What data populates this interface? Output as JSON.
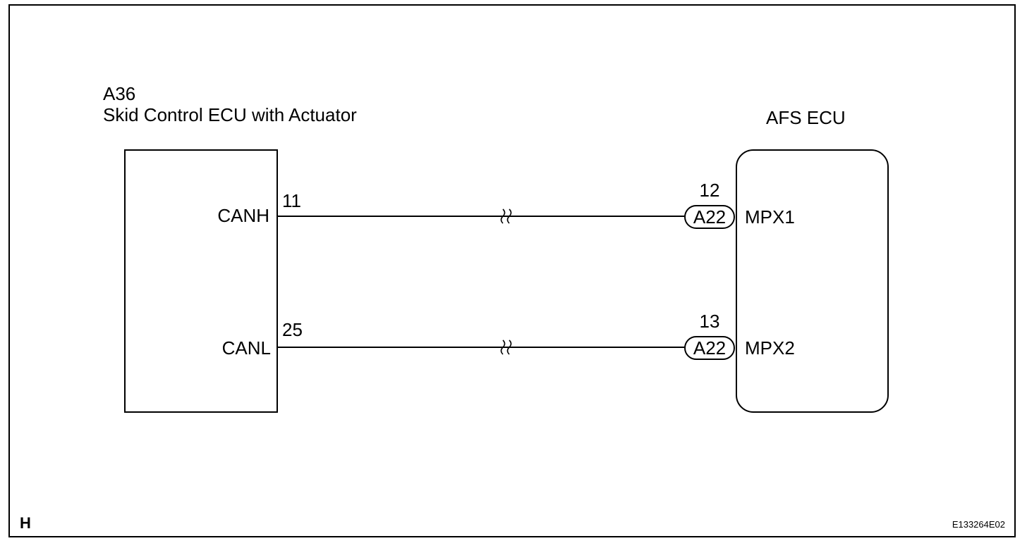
{
  "left_component": {
    "code": "A36",
    "name": "Skid Control ECU with Actuator",
    "pins": [
      {
        "terminal": "CANH",
        "number": "11"
      },
      {
        "terminal": "CANL",
        "number": "25"
      }
    ]
  },
  "right_component": {
    "name": "AFS ECU",
    "pins": [
      {
        "terminal": "MPX1",
        "number": "12",
        "connector": "A22"
      },
      {
        "terminal": "MPX2",
        "number": "13",
        "connector": "A22"
      }
    ]
  },
  "footer": {
    "corner_letter": "H",
    "figure_code": "E133264E02"
  },
  "colors": {
    "line": "#000000",
    "background": "#ffffff"
  }
}
